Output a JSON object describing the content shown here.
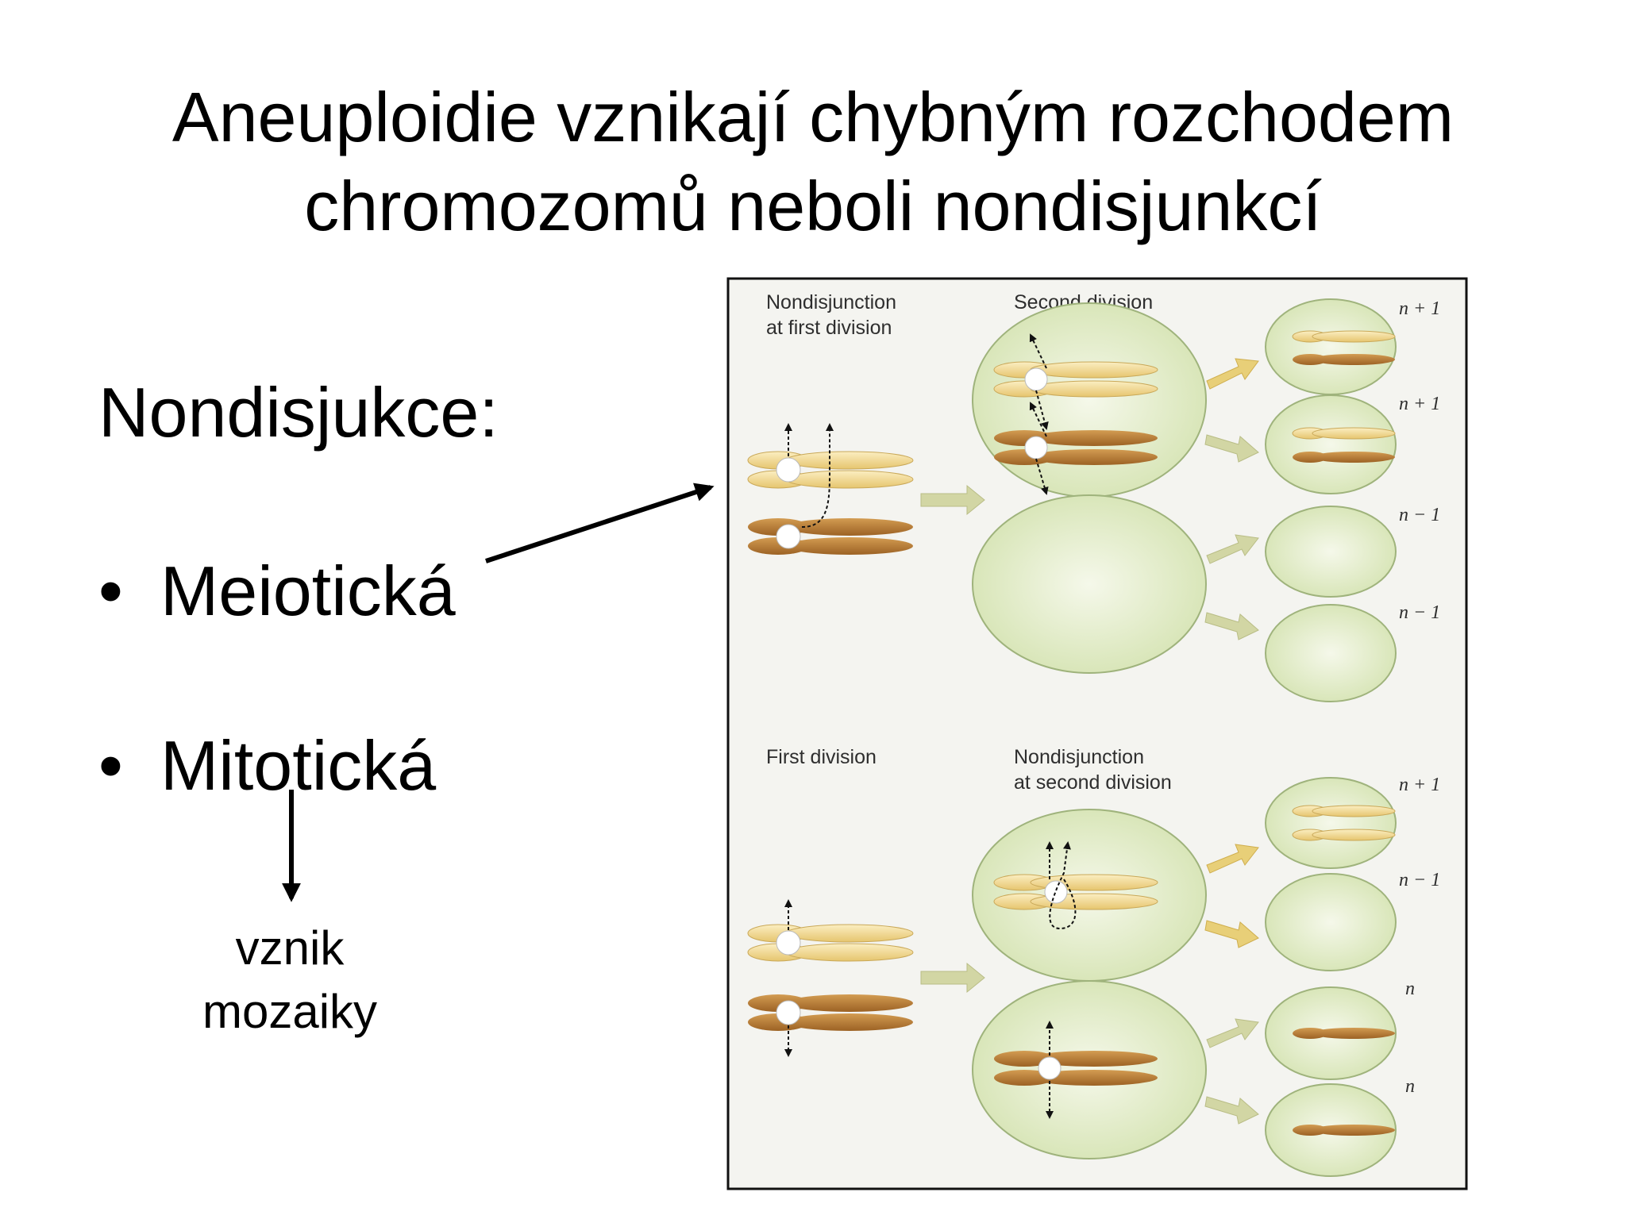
{
  "slide": {
    "title_line1": "Aneuploidie vznikají chybným rozchodem",
    "title_line2": "chromozomů neboli nondisjunkcí",
    "heading": "Nondisjukce:",
    "bullet_glyph": "•",
    "bullets": [
      "Meiotická",
      "Mitotická"
    ],
    "note_line1": "vznik",
    "note_line2": "mozaiky"
  },
  "figure": {
    "top_left_label_line1": "Nondisjunction",
    "top_left_label_line2": "at first division",
    "top_mid_label": "Second division",
    "bottom_left_label": "First division",
    "bottom_mid_label_line1": "Nondisjunction",
    "bottom_mid_label_line2": "at second division",
    "top_results": [
      "n + 1",
      "n + 1",
      "n − 1",
      "n − 1"
    ],
    "bottom_results": [
      "n + 1",
      "n − 1",
      "n",
      "n"
    ]
  },
  "colors": {
    "cell_fill": "#d6e4b4",
    "cell_stroke": "#9fb37c",
    "panel_bg": "#f4f4f0",
    "light_chromosome": "#f0d890",
    "dark_chromosome": "#b87a30",
    "arrow_fill": "#d2d6a4"
  }
}
